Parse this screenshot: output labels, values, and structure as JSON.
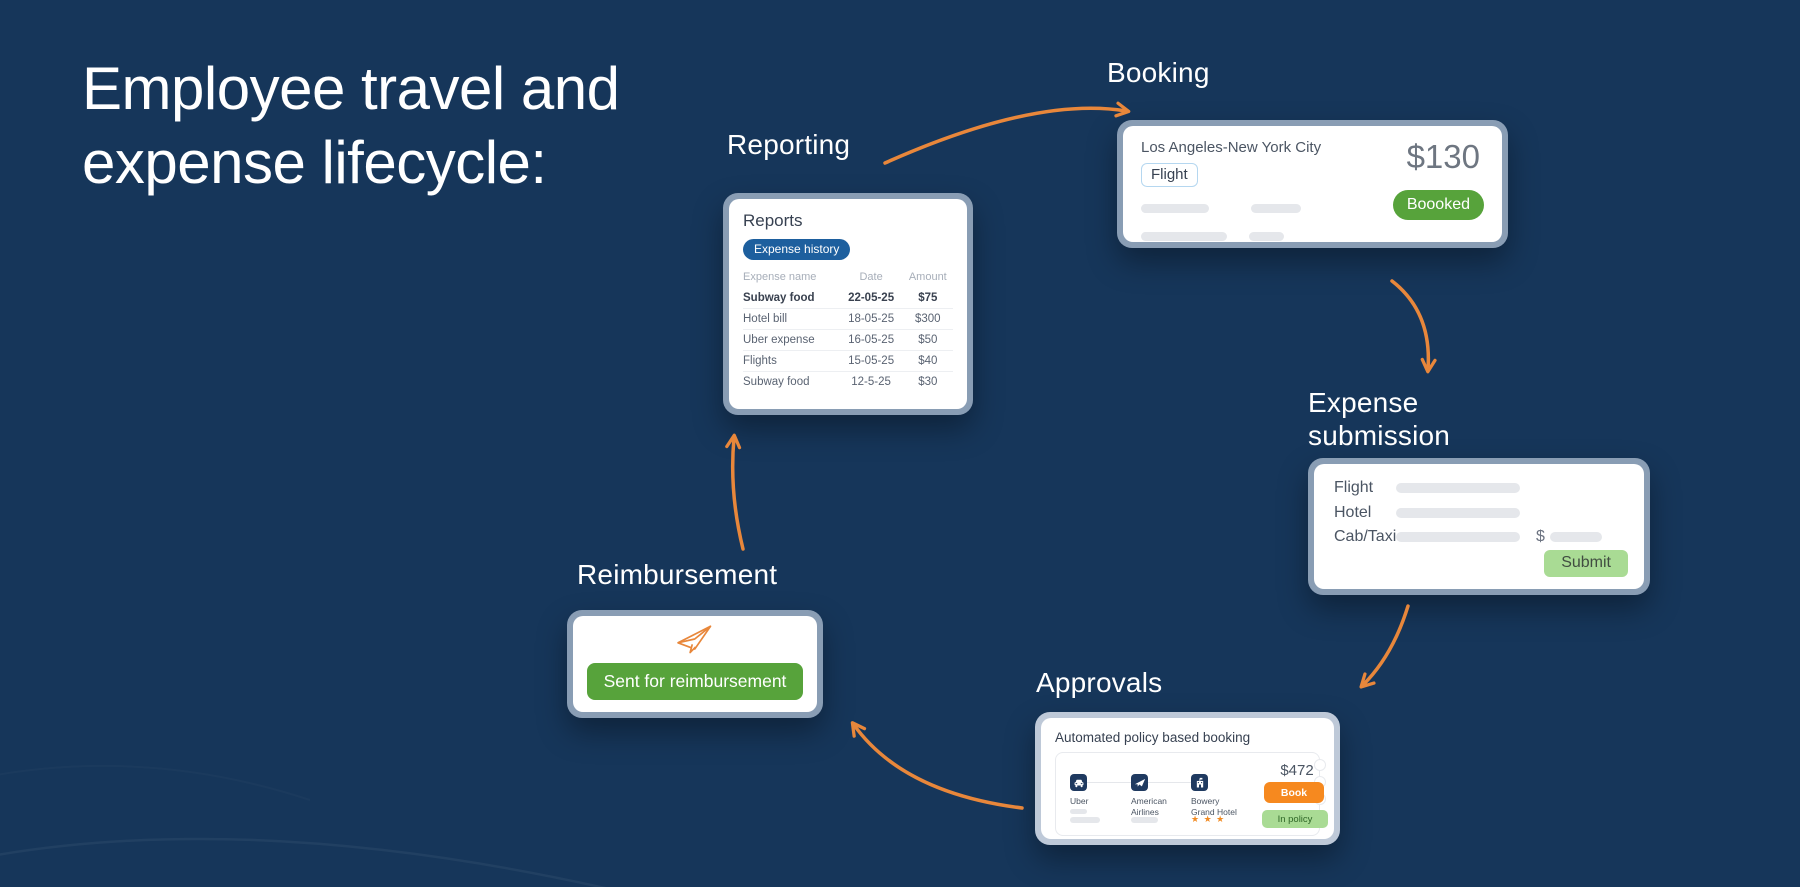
{
  "page": {
    "title": "Employee travel and expense lifecycle:",
    "colors": {
      "background": "#16365A",
      "arrow_orange": "#E8873B",
      "green": "#57A33B",
      "light_green": "#A9DB94",
      "blue_pill": "#1D5F9E",
      "icon_navy": "#1F3A60",
      "book_orange": "#F6891F"
    }
  },
  "booking": {
    "label": "Booking",
    "route": "Los Angeles-New York City",
    "tag": "Flight",
    "price": "$130",
    "status": "Boooked"
  },
  "reporting": {
    "label": "Reporting",
    "card_title": "Reports",
    "tab": "Expense history",
    "columns": [
      "Expense name",
      "Date",
      "Amount"
    ],
    "rows": [
      [
        "Subway food",
        "22-05-25",
        "$75"
      ],
      [
        "Hotel bill",
        "18-05-25",
        "$300"
      ],
      [
        "Uber expense",
        "16-05-25",
        "$50"
      ],
      [
        "Flights",
        "15-05-25",
        "$40"
      ],
      [
        "Subway food",
        "12-5-25",
        "$30"
      ]
    ]
  },
  "expense_submission": {
    "label": "Expense submission",
    "rows": [
      "Flight",
      "Hotel",
      "Cab/Taxi"
    ],
    "currency": "$",
    "submit": "Submit"
  },
  "approvals": {
    "label": "Approvals",
    "card_title": "Automated policy based booking",
    "vendors": [
      {
        "name": "Uber"
      },
      {
        "name": "American Airlines"
      },
      {
        "name": "Bowery Grand Hotel"
      }
    ],
    "hotel_stars": "★ ★ ★",
    "price": "$472",
    "book": "Book",
    "policy": "In policy"
  },
  "reimbursement": {
    "label": "Reimbursement",
    "status": "Sent for reimbursement"
  }
}
